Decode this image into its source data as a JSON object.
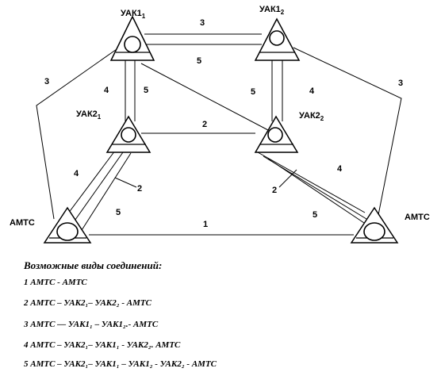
{
  "nodes": {
    "uak1_left": {
      "label": "УАК1",
      "sub": "1"
    },
    "uak1_right": {
      "label": "УАК1",
      "sub": "2"
    },
    "uak2_left": {
      "label": "УАК2",
      "sub": "1"
    },
    "uak2_right": {
      "label": "УАК2",
      "sub": "2"
    },
    "amts_left": {
      "label": "АМТС"
    },
    "amts_right": {
      "label": "АМТС"
    }
  },
  "link_labels": {
    "top_3": "3",
    "top_5": "5",
    "left_vert_4": "4",
    "left_vert_5": "5",
    "diag_5": "5",
    "right_vert_4": "4",
    "left_outer_3": "3",
    "right_outer_3": "3",
    "mid_2": "2",
    "left_diag_4": "4",
    "left_diag_2": "2",
    "left_diag_5": "5",
    "right_diag_4": "4",
    "right_diag_2": "2",
    "right_diag_5": "5",
    "bottom_1": "1"
  },
  "legend": {
    "title": "Возможные виды соединений:",
    "lines": [
      "1 АМТС - АМТС",
      "2 АМТС – УАК2₁– УАК2₂ - АМТС",
      "3 АМТС — УАК1₁ – УАК1₂.- АМТС",
      "4 АМТС – УАК2₁– УАК1₁ - УАК2₂. АМТС",
      "5 АМТС – УАК2₁– УАК1₁ – УАК1₂ - УАК2₂  - АМТС"
    ]
  }
}
